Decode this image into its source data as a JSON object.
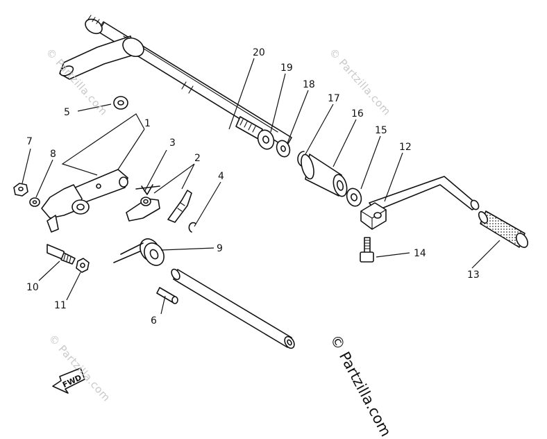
{
  "callouts": [
    {
      "id": "1",
      "label": "1"
    },
    {
      "id": "2",
      "label": "2"
    },
    {
      "id": "3",
      "label": "3"
    },
    {
      "id": "4",
      "label": "4"
    },
    {
      "id": "5",
      "label": "5"
    },
    {
      "id": "6",
      "label": "6"
    },
    {
      "id": "7",
      "label": "7"
    },
    {
      "id": "8",
      "label": "8"
    },
    {
      "id": "9",
      "label": "9"
    },
    {
      "id": "10",
      "label": "10"
    },
    {
      "id": "11",
      "label": "11"
    },
    {
      "id": "12",
      "label": "12"
    },
    {
      "id": "13",
      "label": "13"
    },
    {
      "id": "14",
      "label": "14"
    },
    {
      "id": "15",
      "label": "15"
    },
    {
      "id": "16",
      "label": "16"
    },
    {
      "id": "17",
      "label": "17"
    },
    {
      "id": "18",
      "label": "18"
    },
    {
      "id": "19",
      "label": "19"
    },
    {
      "id": "20",
      "label": "20"
    }
  ],
  "fwd_label": "FWD",
  "watermark_main": "© Partzilla.com",
  "watermark_faint": "© Partzilla.com",
  "colors": {
    "line": "#111111",
    "watermark": "#c9c9c9",
    "background": "#ffffff"
  }
}
